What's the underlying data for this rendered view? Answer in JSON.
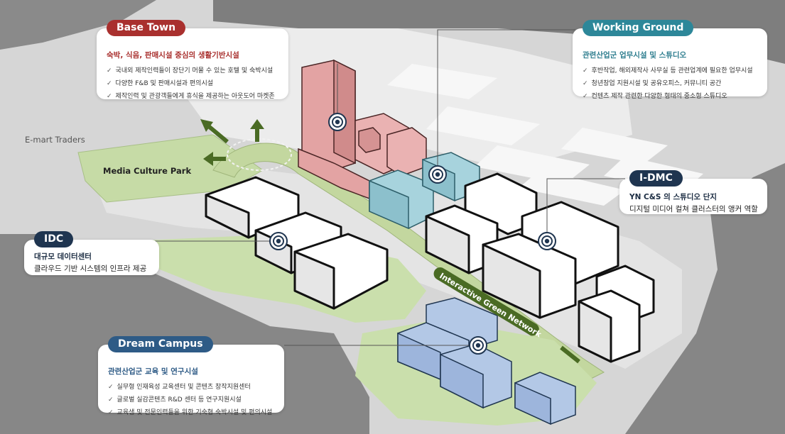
{
  "map_labels": {
    "emart": "E-mart Traders",
    "park": "Media Culture Park",
    "network": "Interactive Green Network"
  },
  "colors": {
    "base_town": "#a9302e",
    "working_ground": "#2d8799",
    "idmc": "#1f3550",
    "idc": "#1f3550",
    "dream_campus": "#2e5b86",
    "green": "#c6dba6",
    "road": "#8c8c8c",
    "tower": "#e3a3a3",
    "teal_buildings": "#a7d3dd",
    "blue_buildings": "#b3c8e6"
  },
  "check_icon": "check-icon",
  "base_town": {
    "title": "Base Town",
    "subtitle": "숙박, 식음, 판매시설 중심의 생활기반시설",
    "items": [
      "국내외 제작인력들이 장단기 머물 수 있는 호텔 및 숙박시설",
      "다양한 F&B 및 판매시설과 편의시설",
      "제작인력 및 관광객들에게 휴식을 제공하는 아웃도어 마켓존"
    ]
  },
  "working_ground": {
    "title": "Working Ground",
    "subtitle": "관련산업군 업무시설 및 스튜디오",
    "items": [
      "후반작업, 해외제작사 사무실 등 관련업계에 필요한 업무시설",
      "청년창업 지원시설 및 공유오피스, 커뮤니티 공간",
      "컨텐츠 제작 관련한 다양한 형태의 중소형 스튜디오"
    ]
  },
  "idmc": {
    "title": "I-DMC",
    "subtitle": "YN C&S 의 스튜디오 단지",
    "desc": "디지털 미디어 컬쳐 클러스터의 앵커 역할"
  },
  "idc": {
    "title": "IDC",
    "subtitle": "대규모 데이터센터",
    "desc": "클라우드 기반 시스템의 인프라 제공"
  },
  "dream_campus": {
    "title": "Dream Campus",
    "subtitle": "관련산업군 교육 및 연구시설",
    "items": [
      "실무형 인재육성 교육센터 및 콘텐츠 창작지원센터",
      "글로벌 실감콘텐츠 R&D 센터 등 연구지원시설",
      "교육생 및 전문인력들을 위한 기숙형 숙박시설 및 편의시설"
    ]
  }
}
